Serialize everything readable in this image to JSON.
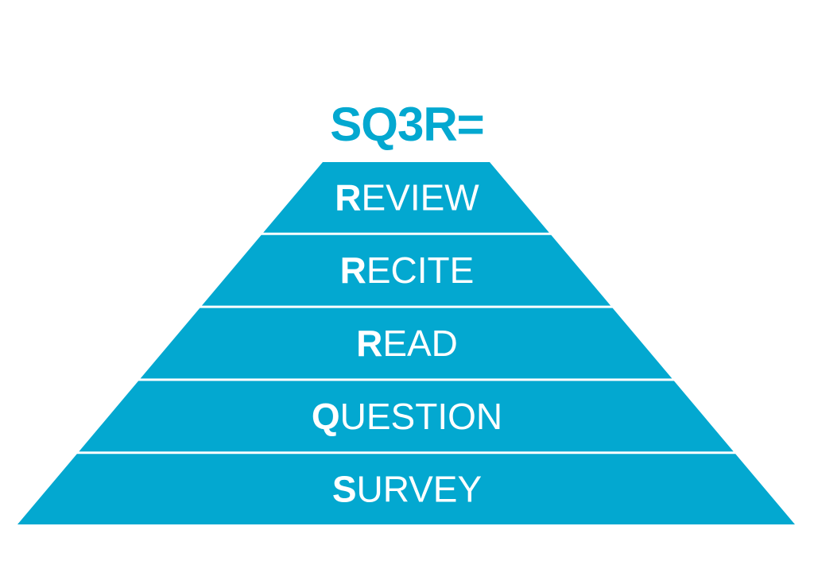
{
  "diagram": {
    "title": "SQ3R=",
    "colors": {
      "fill": "#03a8d0",
      "separator": "#ffffff",
      "label": "#ffffff",
      "title": "#03a8d0"
    },
    "layers": [
      {
        "initial": "R",
        "rest": "EVIEW"
      },
      {
        "initial": "R",
        "rest": "ECITE"
      },
      {
        "initial": "R",
        "rest": "EAD"
      },
      {
        "initial": "Q",
        "rest": "UESTION"
      },
      {
        "initial": "S",
        "rest": "URVEY"
      }
    ]
  }
}
